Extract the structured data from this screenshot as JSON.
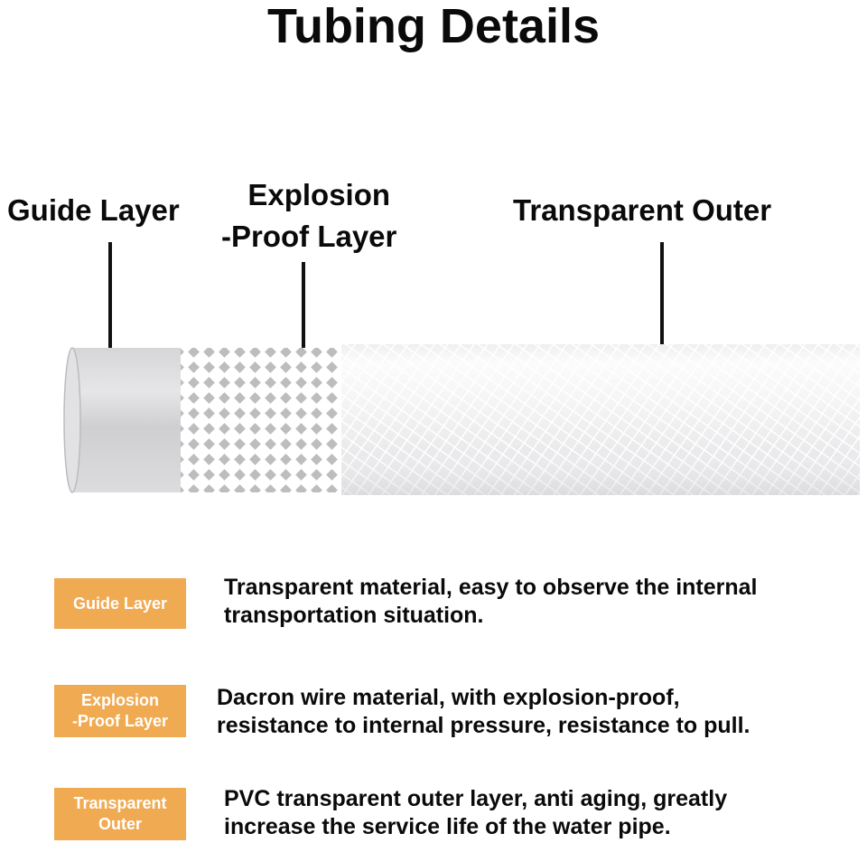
{
  "title": "Tubing Details",
  "callouts": [
    {
      "label": "Guide Layer"
    },
    {
      "label_line1": "Explosion",
      "label_line2": "-Proof Layer"
    },
    {
      "label": "Transparent Outer"
    }
  ],
  "layers": [
    {
      "badge_line1": "Guide Layer",
      "badge_line2": "",
      "desc_line1": "Transparent material, easy to observe the internal",
      "desc_line2": "transportation situation."
    },
    {
      "badge_line1": "Explosion",
      "badge_line2": "-Proof Layer",
      "desc_line1": "Dacron wire material, with explosion-proof,",
      "desc_line2": "resistance to internal pressure, resistance to pull."
    },
    {
      "badge_line1": "Transparent",
      "badge_line2": "Outer",
      "desc_line1": "PVC transparent outer layer, anti aging, greatly",
      "desc_line2": "increase the service life of the water pipe."
    }
  ],
  "colors": {
    "badge": "#f0aa52",
    "text": "#0a0a0a"
  }
}
